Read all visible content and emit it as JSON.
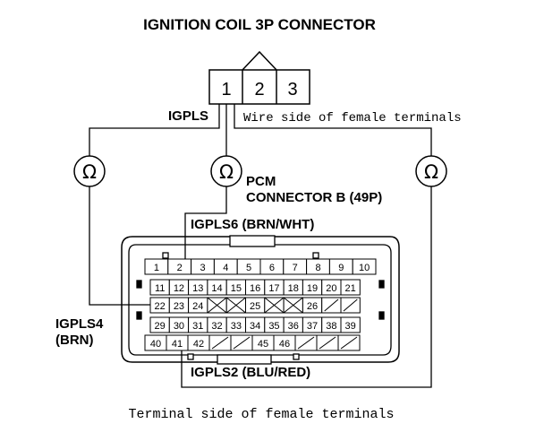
{
  "title": "IGNITION COIL 3P CONNECTOR",
  "coil_connector": {
    "terminals": [
      "1",
      "2",
      "3"
    ],
    "wire_side_note": "Wire side of female terminals"
  },
  "labels": {
    "igpls": "IGPLS",
    "ohm": "Ω",
    "pcm_line1": "PCM",
    "pcm_line2": "CONNECTOR B (49P)",
    "igpls6": "IGPLS6 (BRN/WHT)",
    "igpls4_line1": "IGPLS4",
    "igpls4_line2": "(BRN)",
    "igpls2": "IGPLS2 (BLU/RED)"
  },
  "pcm_connector": {
    "row1": [
      "1",
      "2",
      "3",
      "4",
      "5",
      "6",
      "7",
      "8",
      "9",
      "10"
    ],
    "row2": [
      "11",
      "12",
      "13",
      "14",
      "15",
      "16",
      "17",
      "18",
      "19",
      "20",
      "21"
    ],
    "row3": [
      "22",
      "23",
      "24",
      "",
      "",
      "25",
      "",
      "",
      "26",
      "",
      ""
    ],
    "row4": [
      "29",
      "30",
      "31",
      "32",
      "33",
      "34",
      "35",
      "36",
      "37",
      "38",
      "39"
    ],
    "row5": [
      "40",
      "41",
      "42",
      "",
      "",
      "45",
      "46",
      "",
      "",
      ""
    ]
  },
  "footer": "Terminal side of female terminals"
}
